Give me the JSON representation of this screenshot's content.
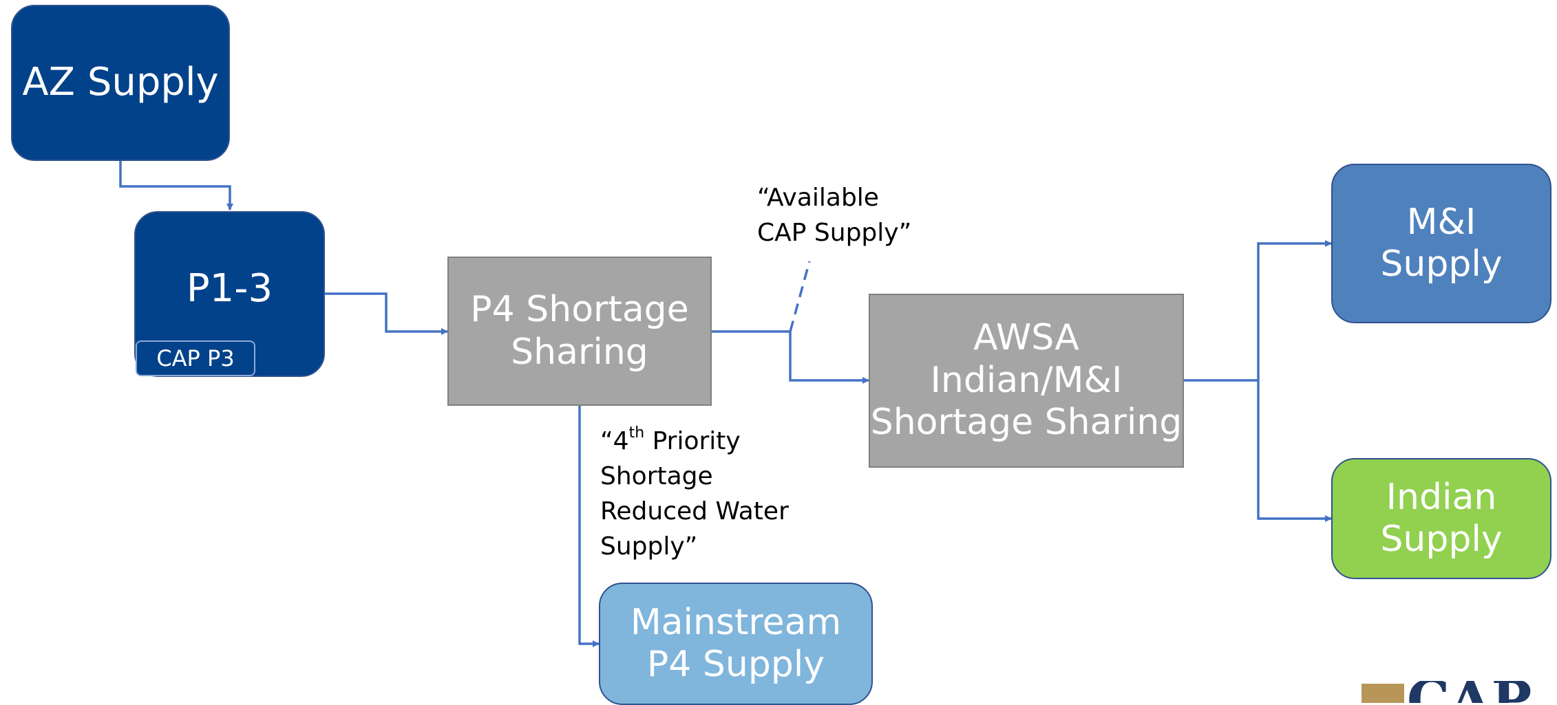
{
  "nodes": {
    "az_supply": "AZ Supply",
    "p1_3": "P1-3",
    "cap_p3": "CAP P3",
    "p4_sharing": [
      "P4 Shortage",
      "Sharing"
    ],
    "awsa": [
      "AWSA",
      "Indian/M&I",
      "Shortage Sharing"
    ],
    "mi_supply": [
      "M&I",
      "Supply"
    ],
    "indian_supply": [
      "Indian",
      "Supply"
    ],
    "mainstream": [
      "Mainstream",
      "P4 Supply"
    ]
  },
  "callouts": {
    "available": [
      "“Available",
      "CAP Supply”"
    ],
    "priority_prefix": "“4",
    "priority_sup": "th",
    "priority_suffix": " Priority",
    "priority_rest": [
      "Shortage",
      "Reduced Water",
      "Supply”"
    ]
  },
  "logo": {
    "text": "CAP"
  },
  "colors": {
    "dark_blue": "#02428a",
    "gray": "#a5a5a5",
    "steel_blue": "#4f81bd",
    "light_blue": "#80b5dc",
    "green": "#92d050",
    "connector": "#4472c4"
  }
}
